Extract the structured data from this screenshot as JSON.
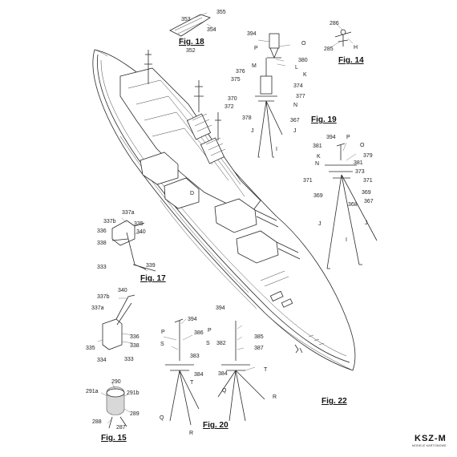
{
  "brand": {
    "logo": "KSZ-M",
    "tagline": "MODELE KARTONOWE"
  },
  "figures": {
    "fig14": "Fig. 14",
    "fig15": "Fig. 15",
    "fig17": "Fig. 17",
    "fig18": "Fig. 18",
    "fig19": "Fig. 19",
    "fig20": "Fig. 20",
    "fig22": "Fig. 22"
  },
  "labels": {
    "l353": "353",
    "l355": "355",
    "l354": "354",
    "l352": "352",
    "l286": "286",
    "l285": "285",
    "lH14": "H",
    "l394a": "394",
    "lPa": "P",
    "lOa": "O",
    "l380": "380",
    "lMa": "M",
    "lLa": "L",
    "l376a": "376",
    "lKa": "K",
    "l375": "375",
    "l374a": "374",
    "l377": "377",
    "l370": "370",
    "l372": "372",
    "lNa": "N",
    "l378": "378",
    "l367a": "367",
    "lJa": "J",
    "lJb": "J",
    "lIa": "I",
    "l394b": "394",
    "lPb": "P",
    "lOb": "O",
    "l381a": "381",
    "l379": "379",
    "lKb": "K",
    "l381b": "381",
    "lNb": "N",
    "l373": "373",
    "l371a": "371",
    "l371b": "371",
    "l369a": "369",
    "l369b": "369",
    "l368": "368",
    "l367b": "367",
    "lJc": "J",
    "lJd": "J",
    "lIb": "I",
    "l337a1": "337a",
    "l337b1": "337b",
    "l335a": "335",
    "l336a": "336",
    "l340a": "340",
    "l338a": "338",
    "l333a": "333",
    "l339": "339",
    "l340b": "340",
    "l337b2": "337b",
    "l337a2": "337a",
    "l336b": "336",
    "l338b": "338",
    "l335b": "335",
    "l334": "334",
    "l333b": "333",
    "l290": "290",
    "l291a": "291a",
    "l291b": "291b",
    "l289": "289",
    "l288": "288",
    "l287": "287",
    "l394c": "394",
    "l394d": "394",
    "lPc": "P",
    "l386": "386",
    "lSa": "S",
    "l383": "383",
    "l384a": "384",
    "lTa": "T",
    "lQa": "Q",
    "lRa": "R",
    "lPd": "P",
    "l385": "385",
    "lSb": "S",
    "l382": "382",
    "l387": "387",
    "l384b": "384",
    "lTb": "T",
    "lQb": "Q",
    "lRb": "R",
    "lD": "D"
  }
}
